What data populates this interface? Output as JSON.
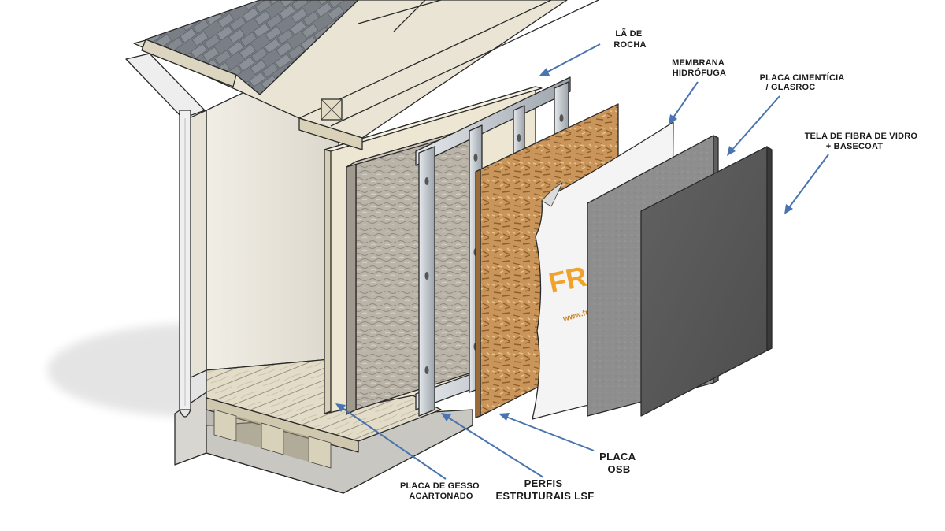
{
  "labels": {
    "la_de_rocha": [
      "LÃ DE",
      "ROCHA"
    ],
    "membrana": [
      "MEMBRANA",
      "HIDRÓFUGA"
    ],
    "placa_cimenticia": [
      "PLACA CIMENTÍCIA",
      "/ GLASROC"
    ],
    "tela_fibra": [
      "TELA DE FIBRA DE VIDRO",
      "+ BASECOAT"
    ],
    "placa_osb": [
      "PLACA",
      "OSB"
    ],
    "perfis": [
      "PERFIS",
      "ESTRUTURAIS LSF"
    ],
    "placa_gesso": [
      "PLACA DE GESSO",
      "ACARTONADO"
    ]
  },
  "membrane_print": {
    "brand_fragment": "FRA",
    "url_fragment": "www.fra"
  },
  "colors": {
    "arrow": "#4a74b0",
    "osb": "#c9955a",
    "membrane": "#f4f4f4",
    "cement_board": "#8e8e8e",
    "fiberglass_basecoat": "#5b5b5b",
    "rock_wool": "#b7b1a6",
    "steel_profile": "#c8cdd2",
    "brand_orange": "#f0a22a"
  }
}
